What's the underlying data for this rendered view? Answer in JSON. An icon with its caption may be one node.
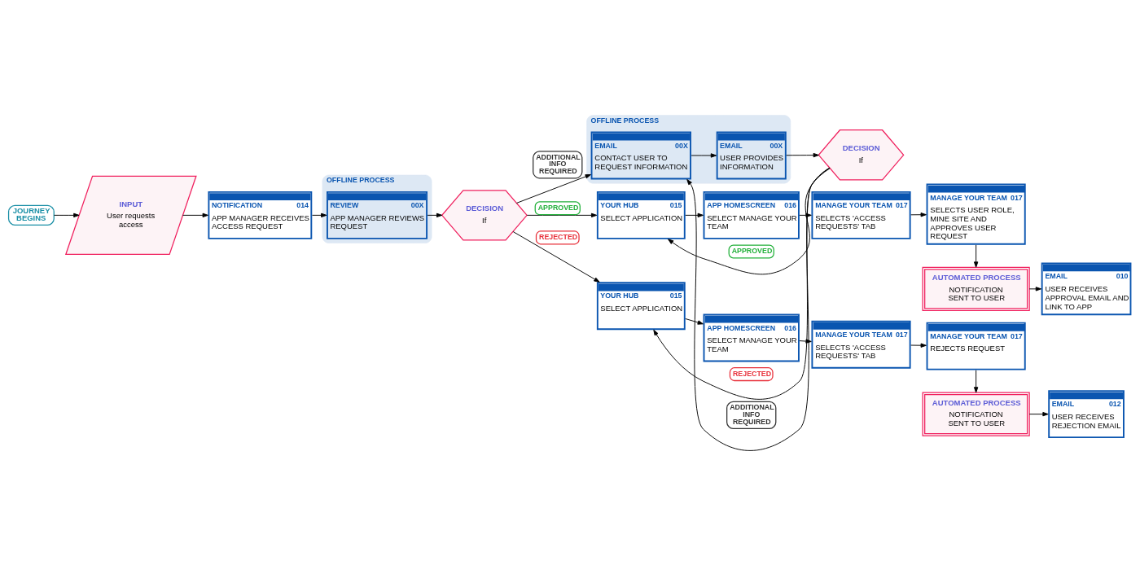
{
  "diagram": {
    "nodes": [
      {
        "text": [
          "JOURNEY BEGINS"
        ]
      },
      {
        "text": [
          "INPUT",
          "User requests access"
        ]
      },
      {
        "text": [
          "NOTIFICATION",
          "014",
          "APP MANAGER RECEIVES ACCESS REQUEST"
        ]
      },
      {
        "text": [
          "OFFLINE PROCESS"
        ]
      },
      {
        "text": [
          "REVIEW",
          "00X",
          "APP MANAGER REVIEWS REQUEST"
        ],
        "in": 3
      },
      {
        "text": [
          "DECISION",
          "If"
        ]
      },
      {
        "text": [
          "YOUR HUB",
          "015",
          "SELECT APPLICATION"
        ]
      },
      {
        "text": [
          "APP HOMESCREEN",
          "016",
          "SELECT MANAGE YOUR TEAM"
        ]
      },
      {
        "text": [
          "MANAGE YOUR TEAM",
          "017",
          "SELECTS 'ACCESS REQUESTS' TAB"
        ]
      },
      {
        "text": [
          "MANAGE YOUR TEAM",
          "017",
          "SELECTS USER ROLE, MINE SITE AND APPROVES USER REQUEST"
        ]
      },
      {
        "text": [
          "AUTOMATED PROCESS",
          "NOTIFICATION SENT TO USER"
        ]
      },
      {
        "text": [
          "EMAIL",
          "010",
          "USER RECEIVES APPROVAL EMAIL AND LINK TO APP"
        ]
      },
      {
        "text": [
          "YOUR HUB",
          "015",
          "SELECT APPLICATION"
        ]
      },
      {
        "text": [
          "APP HOMESCREEN",
          "016",
          "SELECT MANAGE YOUR TEAM"
        ]
      },
      {
        "text": [
          "MANAGE YOUR TEAM",
          "017",
          "SELECTS 'ACCESS REQUESTS' TAB"
        ]
      },
      {
        "text": [
          "MANAGE YOUR TEAM",
          "017",
          "REJECTS REQUEST"
        ]
      },
      {
        "text": [
          "AUTOMATED PROCESS",
          "NOTIFICATION SENT TO USER"
        ]
      },
      {
        "text": [
          "EMAIL",
          "012",
          "USER RECEIVES REJECTION EMAIL"
        ]
      },
      {
        "text": [
          "OFFLINE PROCESS"
        ]
      },
      {
        "text": [
          "EMAIL",
          "00X",
          "CONTACT USER TO REQUEST INFORMATION"
        ],
        "in": 18
      },
      {
        "text": [
          "EMAIL",
          "00X",
          "USER PROVIDES INFORMATION"
        ],
        "in": 18
      },
      {
        "text": [
          "DECISION",
          "If"
        ]
      }
    ],
    "edges": [
      {
        "from": 0,
        "to": 1,
        "arrow": "to"
      },
      {
        "from": 1,
        "to": 2,
        "arrow": "to"
      },
      {
        "from": 2,
        "to": 4,
        "arrow": "to"
      },
      {
        "from": 4,
        "to": 5,
        "arrow": "to"
      },
      {
        "from": 5,
        "to": 6,
        "arrow": "to",
        "label": "APPROVED"
      },
      {
        "from": 5,
        "to": 12,
        "arrow": "to",
        "label": "REJECTED"
      },
      {
        "from": 5,
        "to": 19,
        "arrow": "to",
        "label": "ADDITIONAL INFO REQUIRED"
      },
      {
        "from": 6,
        "to": 7,
        "arrow": "to"
      },
      {
        "from": 7,
        "to": 8,
        "arrow": "to"
      },
      {
        "from": 8,
        "to": 9,
        "arrow": "to"
      },
      {
        "from": 9,
        "to": 10,
        "arrow": "to"
      },
      {
        "from": 10,
        "to": 11,
        "arrow": "to"
      },
      {
        "from": 12,
        "to": 13,
        "arrow": "to"
      },
      {
        "from": 13,
        "to": 14,
        "arrow": "to"
      },
      {
        "from": 14,
        "to": 15,
        "arrow": "to"
      },
      {
        "from": 15,
        "to": 16,
        "arrow": "to"
      },
      {
        "from": 16,
        "to": 17,
        "arrow": "to"
      },
      {
        "from": 19,
        "to": 20,
        "arrow": "to"
      },
      {
        "from": 20,
        "to": 21,
        "arrow": "to"
      },
      {
        "from": 21,
        "to": 6,
        "arrow": "to",
        "label": "APPROVED"
      },
      {
        "from": 21,
        "to": 12,
        "arrow": "to",
        "label": "REJECTED"
      },
      {
        "from": 21,
        "to": 19,
        "arrow": "to",
        "label": "ADDITIONAL INFO REQUIRED"
      }
    ]
  }
}
